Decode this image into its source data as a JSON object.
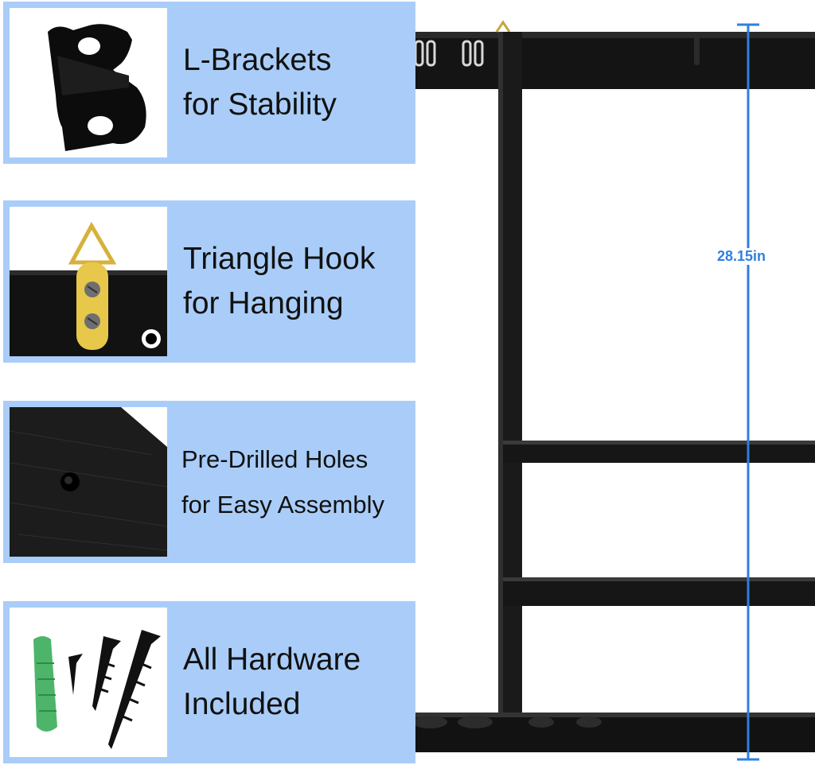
{
  "features": [
    {
      "line1": "L-Brackets",
      "line2": "for Stability",
      "icon": "l-bracket-icon"
    },
    {
      "line1": "Triangle Hook",
      "line2": "for Hanging",
      "icon": "triangle-hook-icon"
    },
    {
      "line1": "Pre-Drilled Holes",
      "line2": "for Easy Assembly",
      "icon": "drilled-hole-icon"
    },
    {
      "line1": "All Hardware",
      "line2": "Included",
      "icon": "hardware-icon"
    }
  ],
  "dimension": {
    "height_label": "28.15in"
  },
  "colors": {
    "panel": "#a9cdf8",
    "dimension": "#2f7fe0",
    "rack": "#141414"
  }
}
